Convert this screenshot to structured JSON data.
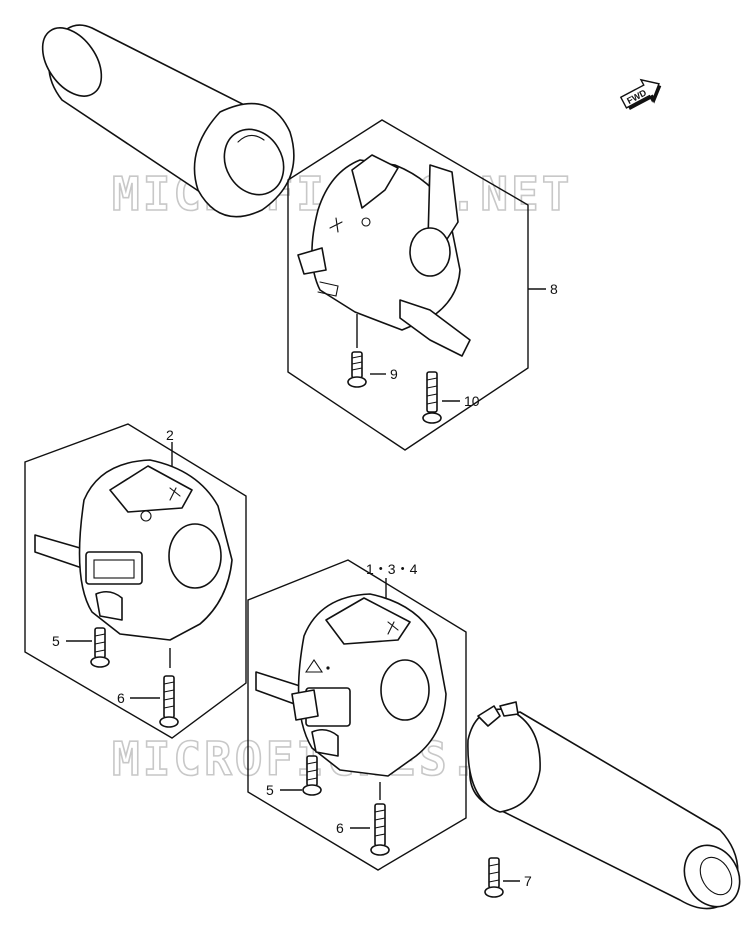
{
  "watermark": "MICROFICHES.NET",
  "fwd_label": "FWD",
  "callouts": {
    "c1": "2",
    "c2": "8",
    "c3": "9",
    "c4": "10",
    "c5": "5",
    "c6": "6",
    "c7": "1・3・4",
    "c8": "5",
    "c9": "6",
    "c10": "7"
  }
}
